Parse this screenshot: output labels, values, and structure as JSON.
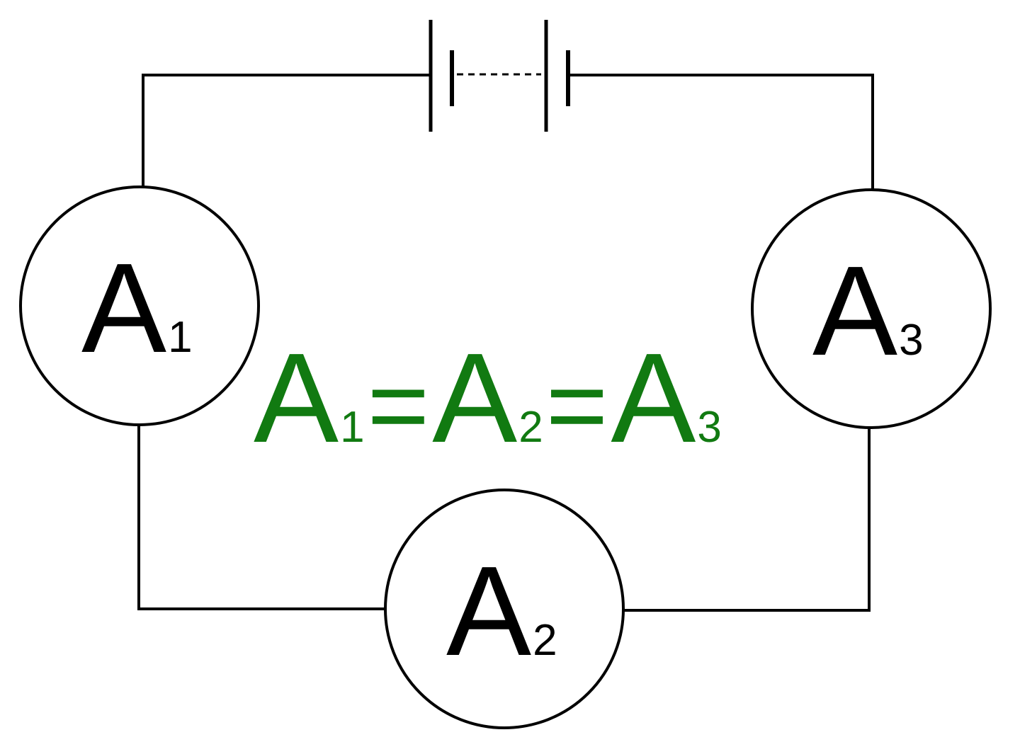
{
  "diagram": {
    "meters": [
      {
        "letter": "A",
        "sub": "1"
      },
      {
        "letter": "A",
        "sub": "2"
      },
      {
        "letter": "A",
        "sub": "3"
      }
    ],
    "equation": {
      "color": "#117a11",
      "parts": [
        {
          "letter": "A",
          "sub": "1"
        },
        {
          "op": "="
        },
        {
          "letter": "A",
          "sub": "2"
        },
        {
          "op": "="
        },
        {
          "letter": "A",
          "sub": "3"
        }
      ]
    },
    "line_color": "#000000"
  }
}
